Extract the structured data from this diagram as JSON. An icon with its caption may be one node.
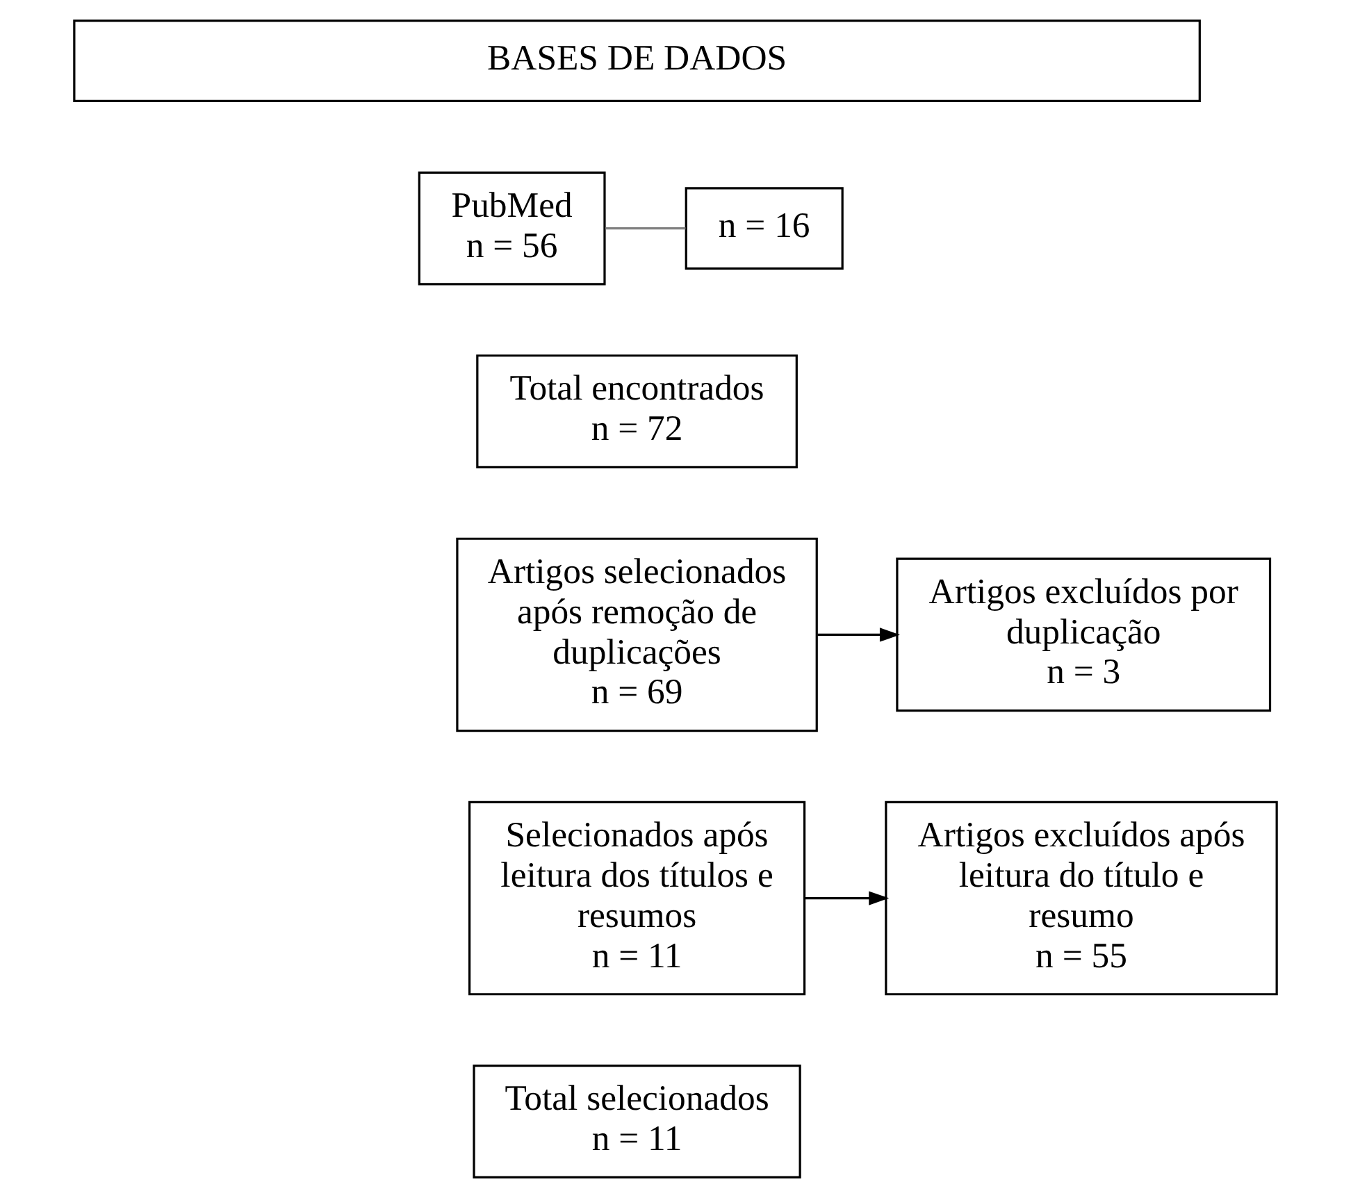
{
  "diagram": {
    "nodes": [
      {
        "text": [
          "BASES DE DADOS"
        ]
      },
      {
        "text": [
          "PubMed",
          "n = 56"
        ]
      },
      {
        "text": [
          "n = 16"
        ]
      },
      {
        "text": [
          "Total encontrados",
          "n = 72"
        ]
      },
      {
        "text": [
          "Artigos selecionados após remoção de duplicações",
          "n = 69"
        ]
      },
      {
        "text": [
          "Artigos excluídos por duplicação",
          "n = 3"
        ]
      },
      {
        "text": [
          "Selecionados após leitura dos títulos e resumos",
          "n = 11"
        ]
      },
      {
        "text": [
          "Artigos excluídos após leitura do título e resumo",
          "n = 55"
        ]
      },
      {
        "text": [
          "Total selecionados",
          "n = 11"
        ]
      }
    ],
    "edges": [
      {
        "from": 1,
        "to": 2,
        "arrow": "none",
        "color": "#808080"
      },
      {
        "from": 4,
        "to": 5,
        "arrow": "to"
      },
      {
        "from": 6,
        "to": 7,
        "arrow": "to"
      }
    ]
  }
}
